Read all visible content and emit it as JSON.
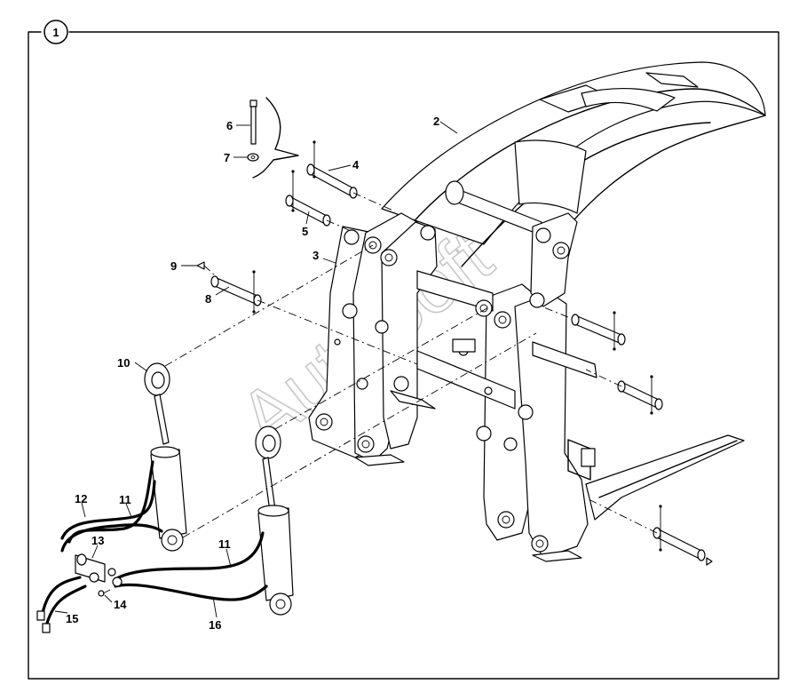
{
  "figure": {
    "index_label": "1",
    "watermark": "AutoSoft",
    "callouts": [
      "2",
      "3",
      "4",
      "5",
      "6",
      "7",
      "8",
      "9",
      "10",
      "11",
      "11",
      "12",
      "13",
      "14",
      "15",
      "16"
    ]
  }
}
